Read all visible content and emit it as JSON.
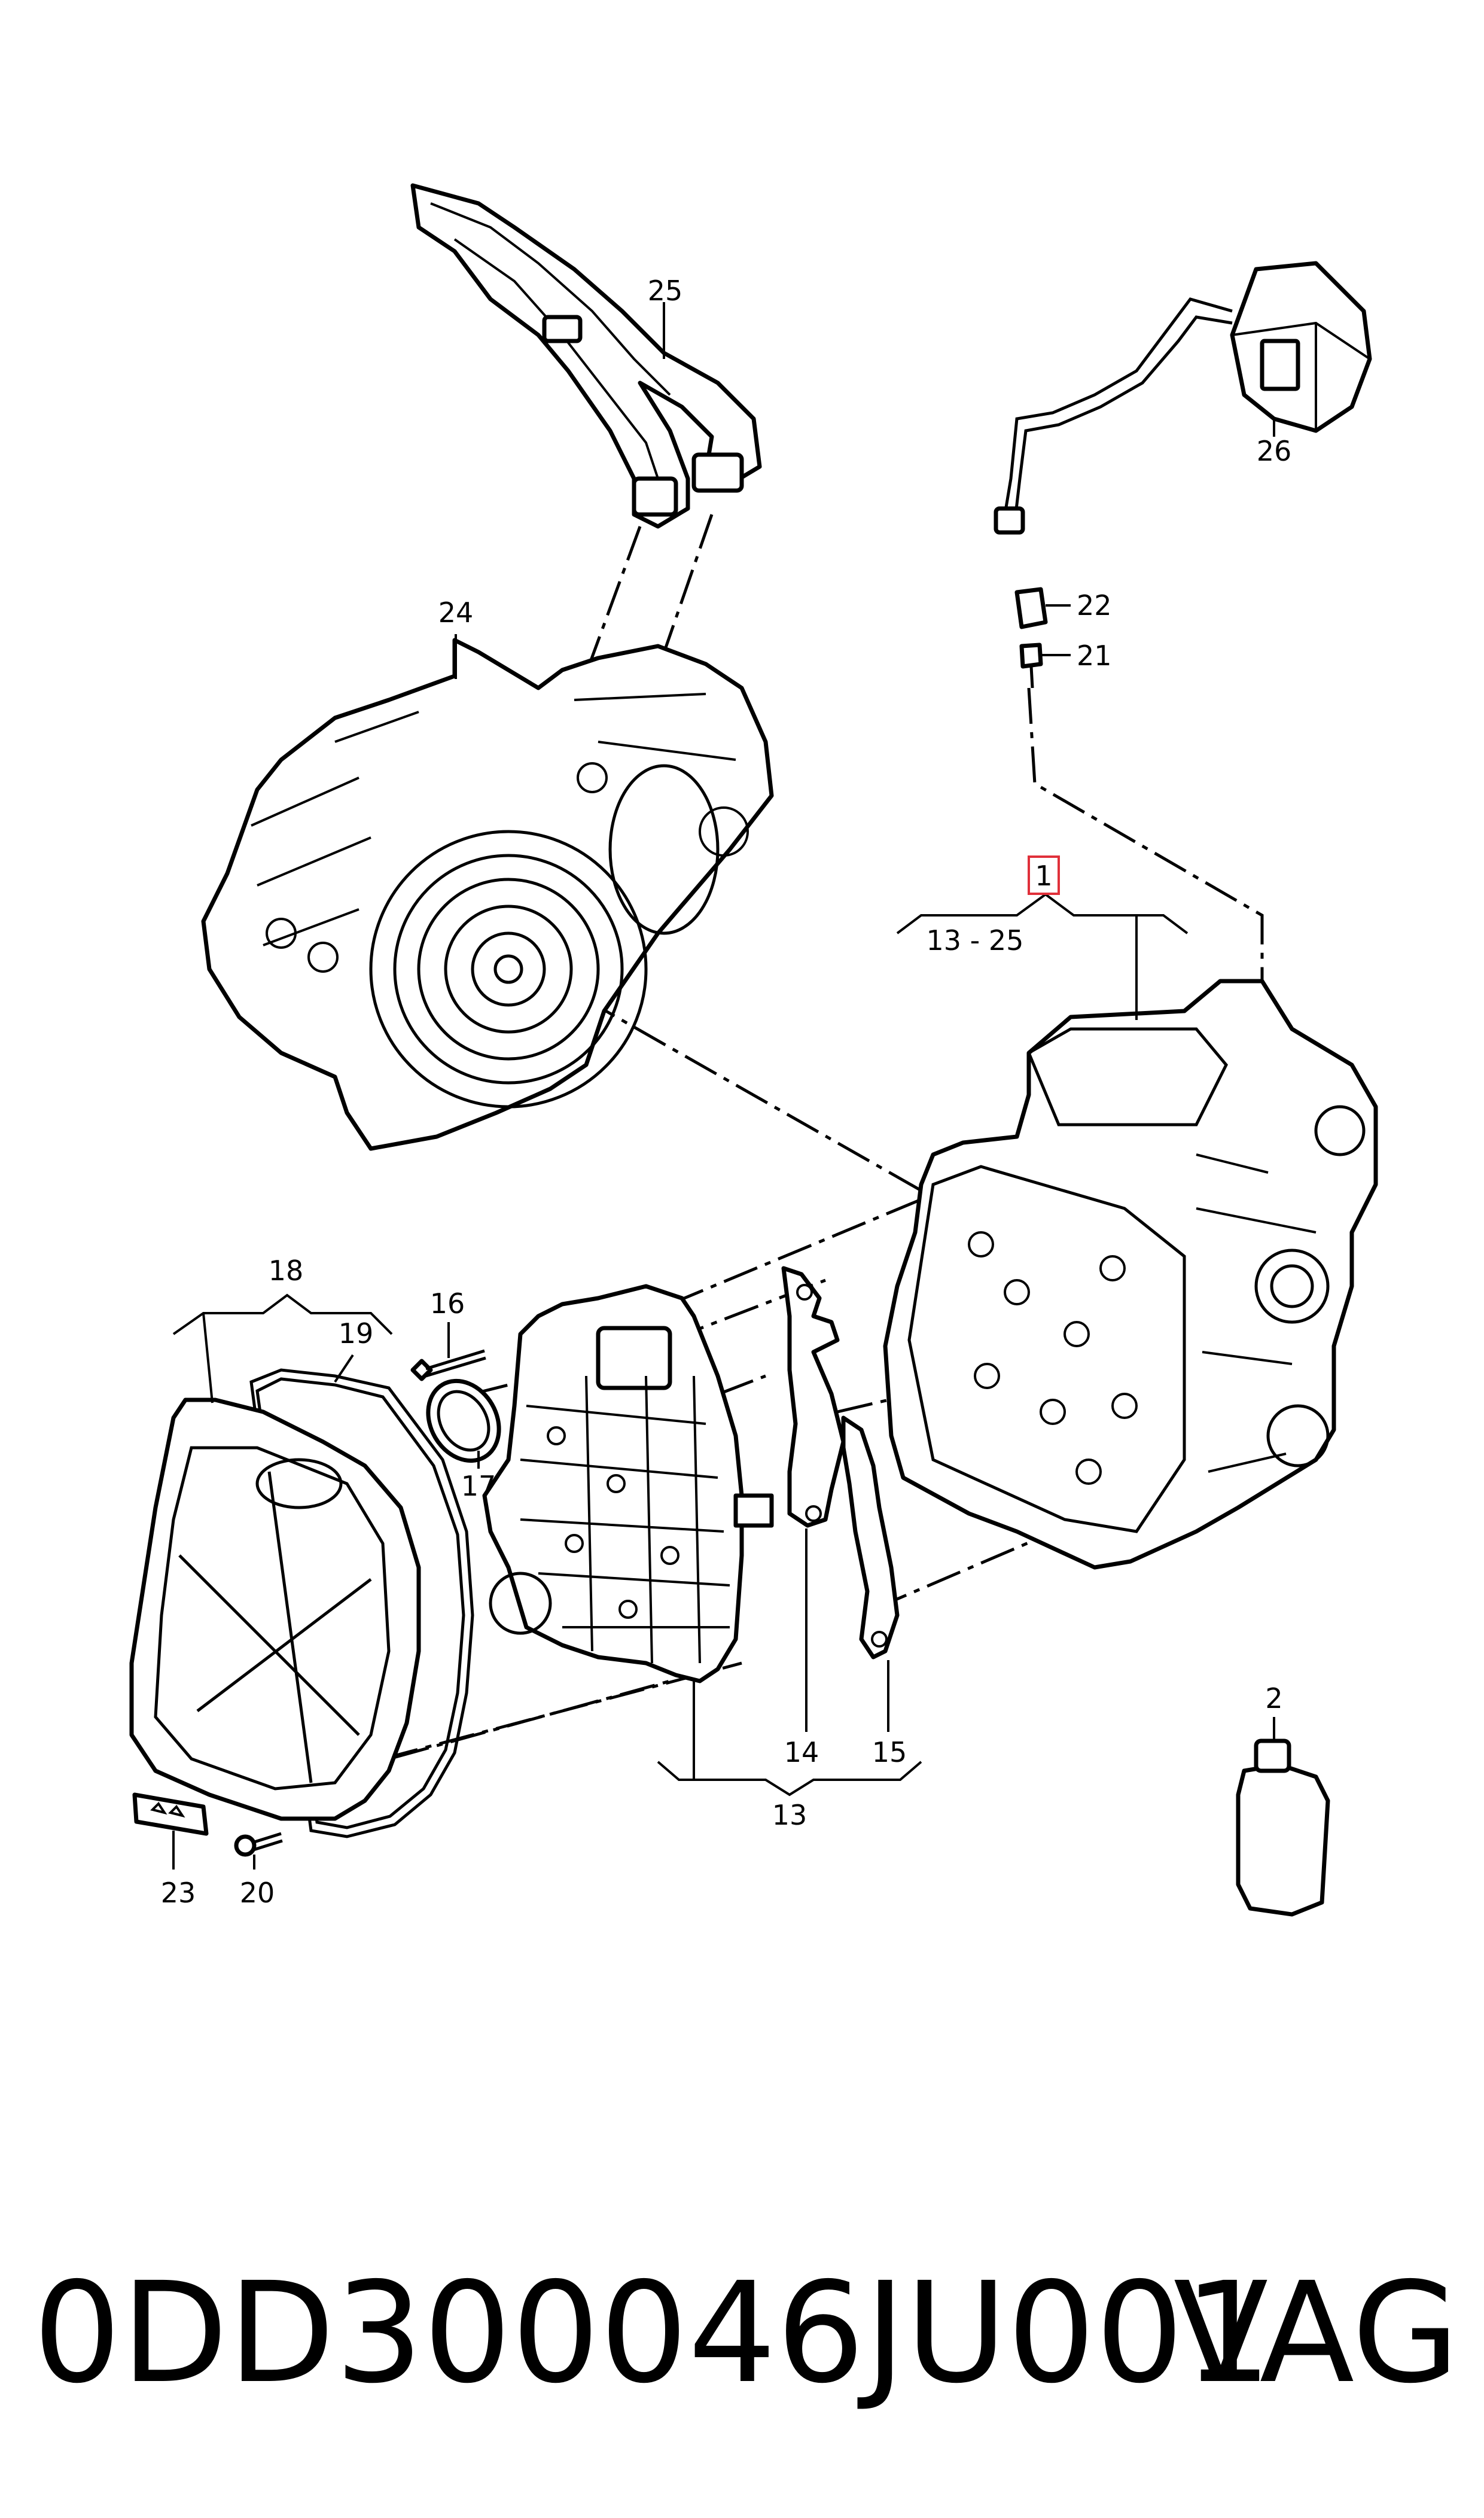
{
  "diagram": {
    "labels": {
      "p1": "1",
      "p1_range": "13 - 25",
      "p2": "2",
      "p13": "13",
      "p14": "14",
      "p15": "15",
      "p16": "16",
      "p17": "17",
      "p18": "18",
      "p19": "19",
      "p20": "20",
      "p21": "21",
      "p22": "22",
      "p23": "23",
      "p24": "24",
      "p25": "25",
      "p26": "26"
    },
    "highlight_color": "#e0303a"
  },
  "footer": {
    "part_number": "0DD300046JU001",
    "brand": "VAG"
  }
}
